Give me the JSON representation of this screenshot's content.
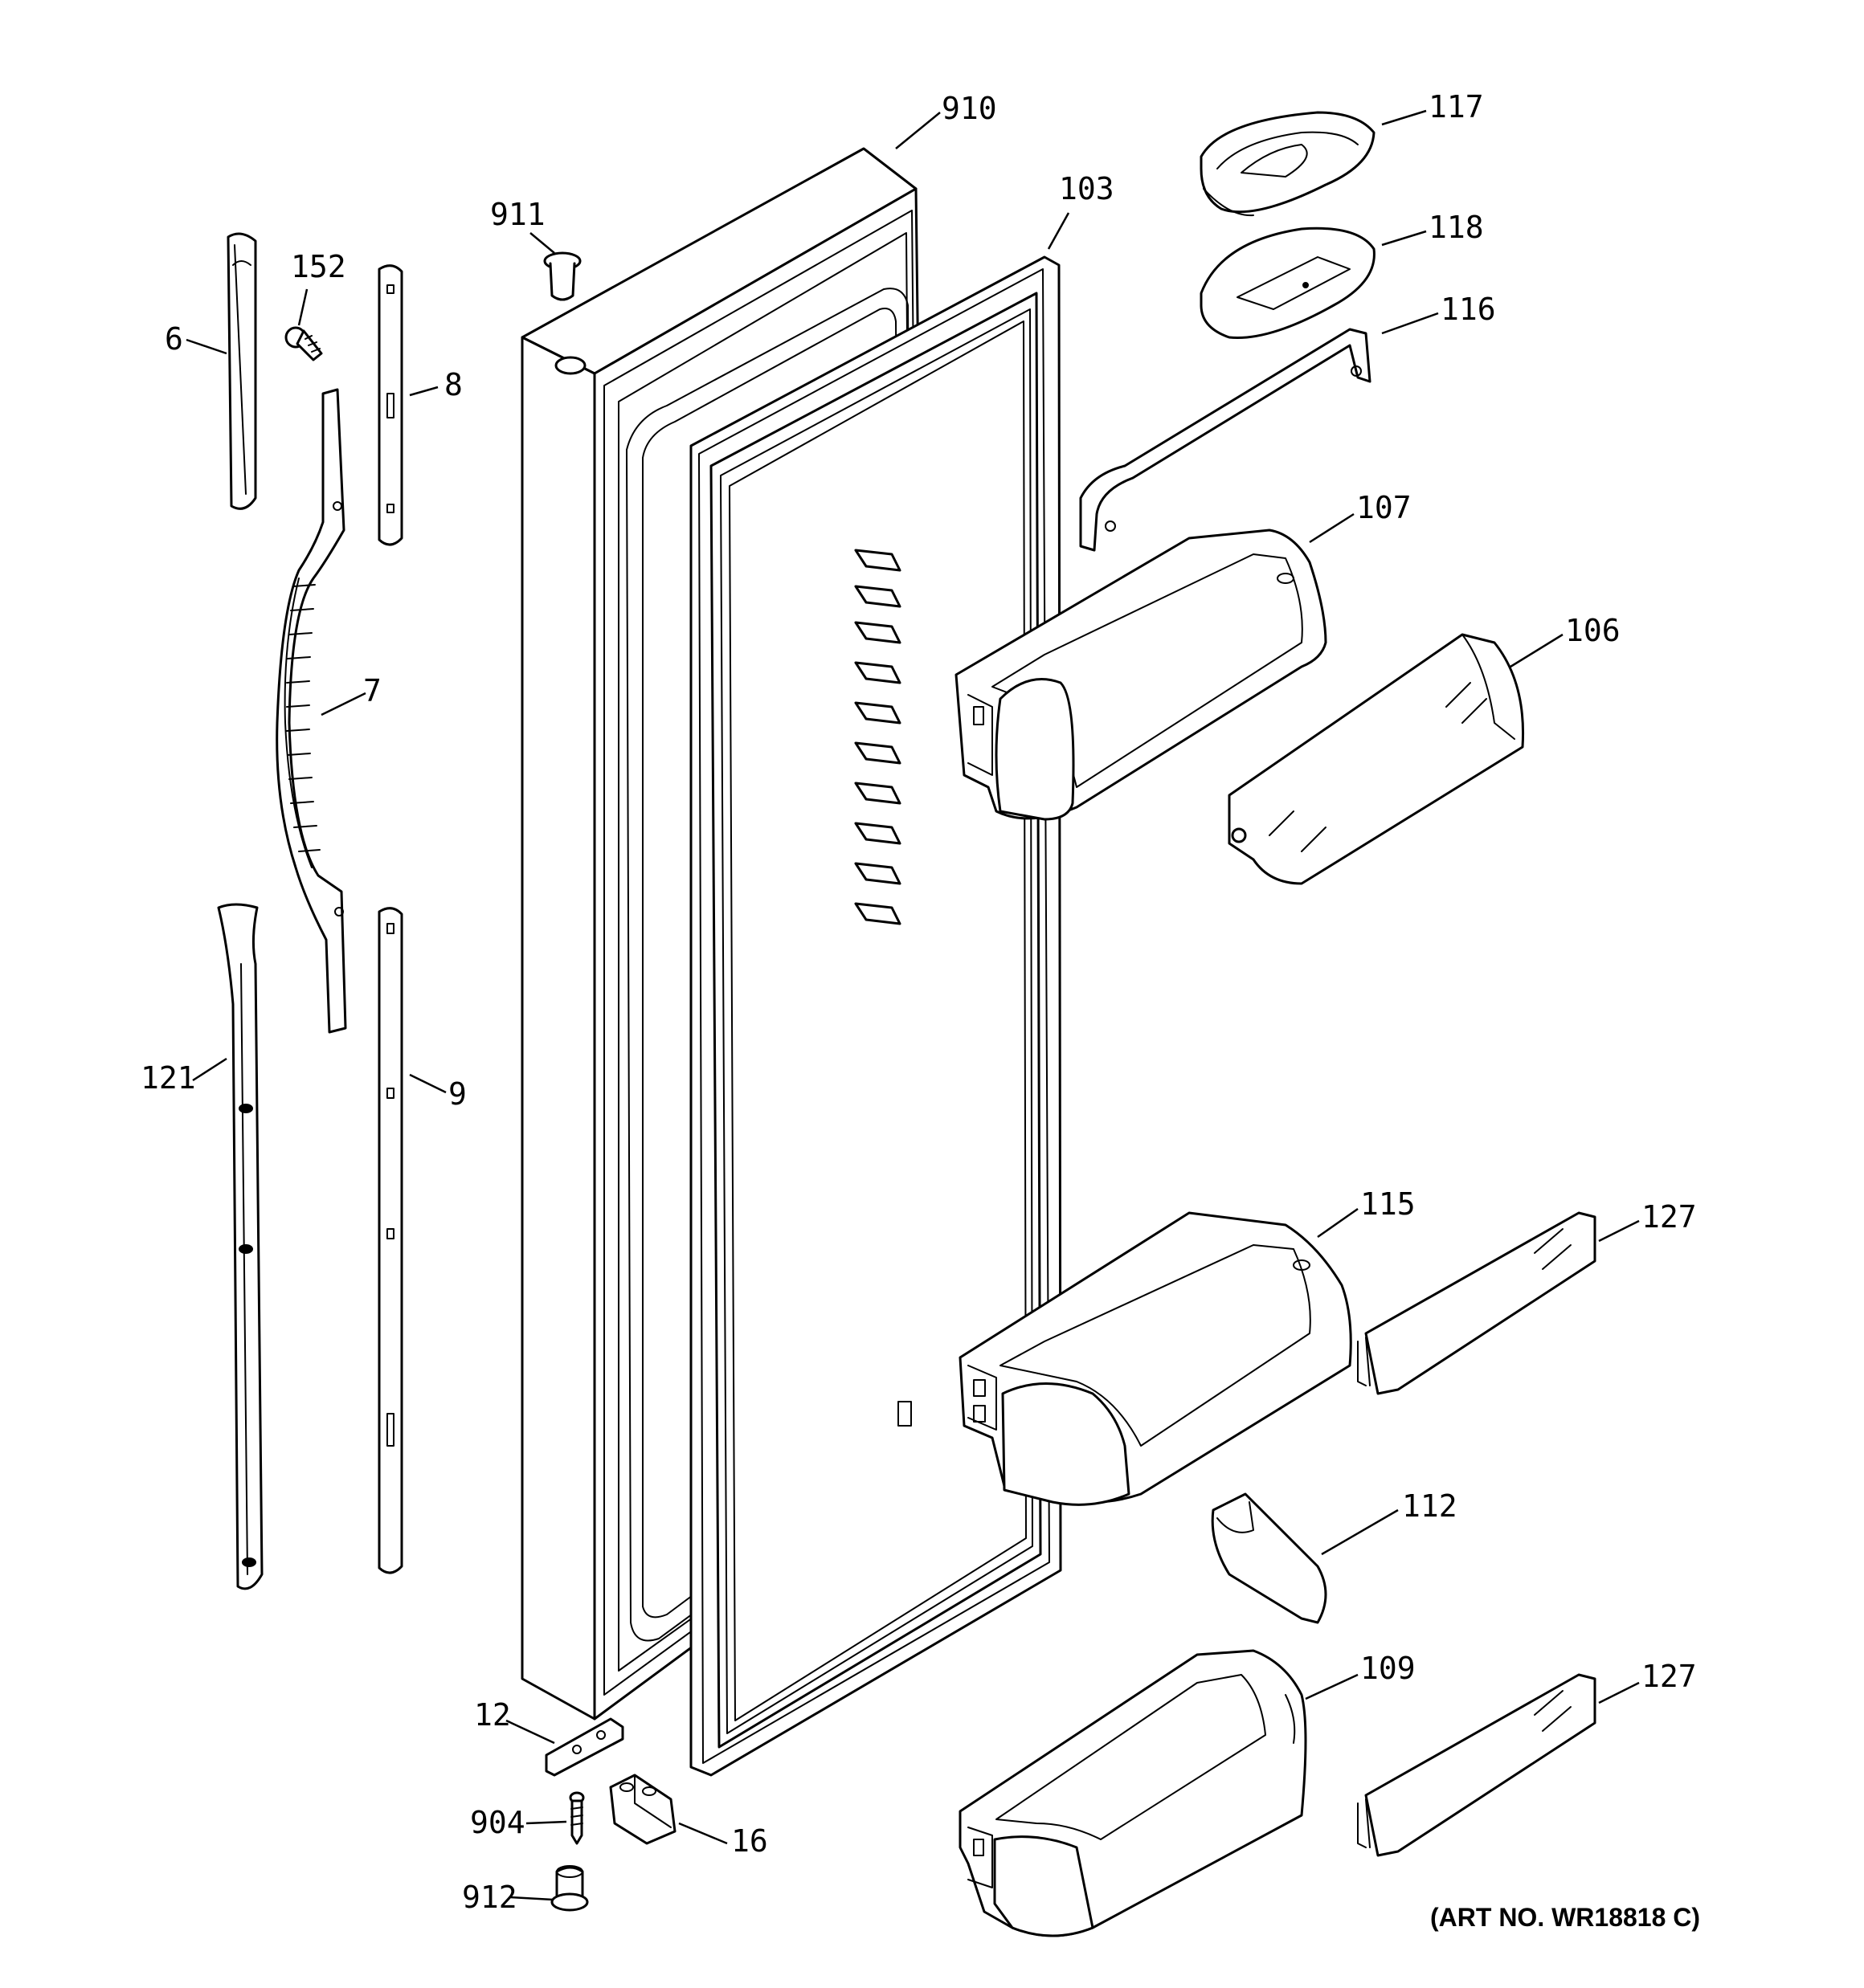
{
  "diagram": {
    "art_number": "(ART NO. WR18818 C)",
    "parts": [
      {
        "id": "6",
        "label": "6"
      },
      {
        "id": "152",
        "label": "152"
      },
      {
        "id": "8",
        "label": "8"
      },
      {
        "id": "7",
        "label": "7"
      },
      {
        "id": "121",
        "label": "121"
      },
      {
        "id": "9",
        "label": "9"
      },
      {
        "id": "911",
        "label": "911"
      },
      {
        "id": "910",
        "label": "910"
      },
      {
        "id": "103",
        "label": "103"
      },
      {
        "id": "117",
        "label": "117"
      },
      {
        "id": "118",
        "label": "118"
      },
      {
        "id": "116",
        "label": "116"
      },
      {
        "id": "107",
        "label": "107"
      },
      {
        "id": "106",
        "label": "106"
      },
      {
        "id": "115",
        "label": "115"
      },
      {
        "id": "127a",
        "label": "127"
      },
      {
        "id": "112",
        "label": "112"
      },
      {
        "id": "109",
        "label": "109"
      },
      {
        "id": "127b",
        "label": "127"
      },
      {
        "id": "12",
        "label": "12"
      },
      {
        "id": "904",
        "label": "904"
      },
      {
        "id": "16",
        "label": "16"
      },
      {
        "id": "912",
        "label": "912"
      }
    ]
  }
}
